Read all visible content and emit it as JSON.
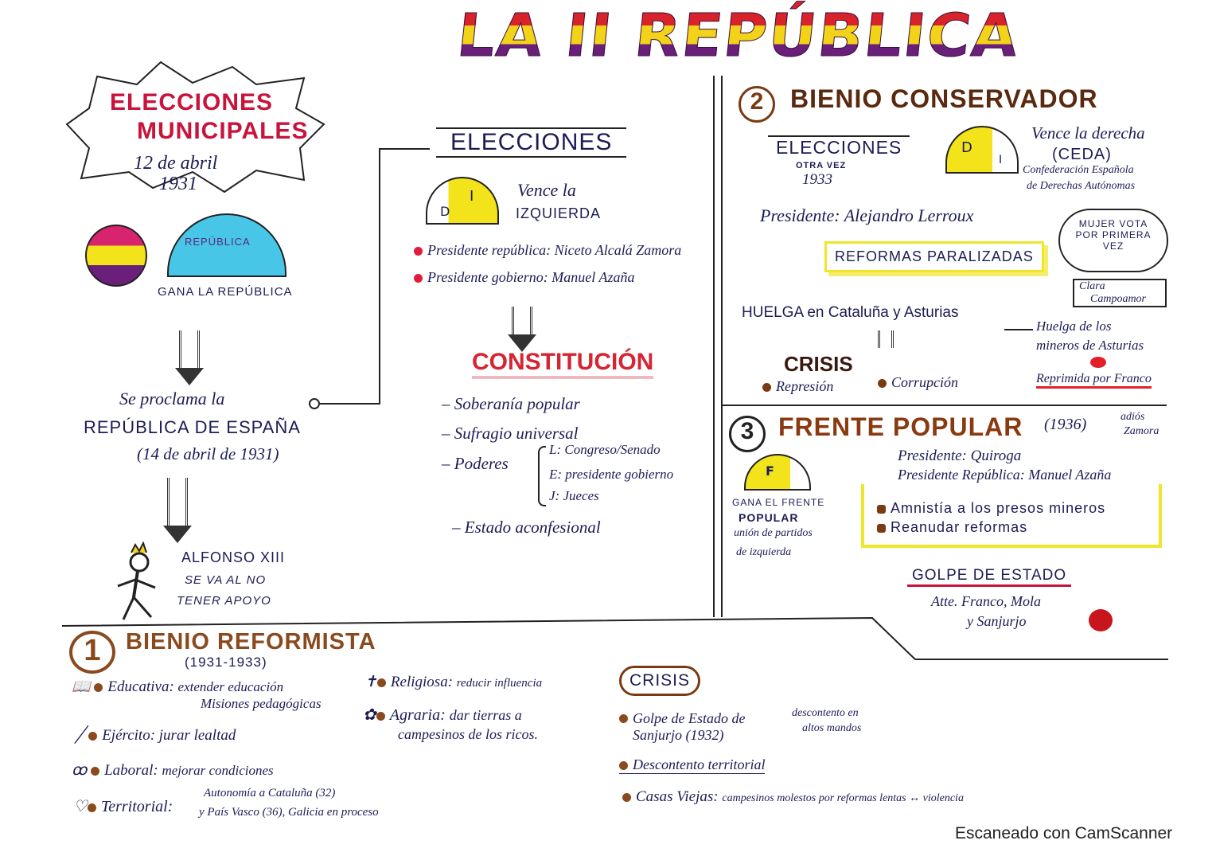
{
  "title": "LA II REPÚBLICA",
  "municipales": {
    "heading_1": "ELECCIONES",
    "heading_2": "MUNICIPALES",
    "date_1": "12 de abril",
    "date_2": "1931",
    "fan_label": "REPÚBLICA",
    "result": "GANA LA REPÚBLICA",
    "proclama_1": "Se proclama la",
    "proclama_2": "REPÚBLICA DE ESPAÑA",
    "proclama_3": "(14 de abril de 1931)",
    "alfonso_1": "ALFONSO XIII",
    "alfonso_2": "SE VA AL NO",
    "alfonso_3": "TENER APOYO"
  },
  "elecciones": {
    "heading": "ELECCIONES",
    "fan_left": "D",
    "fan_right": "I",
    "vence_1": "Vence la",
    "vence_2": "IZQUIERDA",
    "bullets": [
      "Presidente república: Niceto Alcalá Zamora",
      "Presidente gobierno: Manuel Azaña"
    ]
  },
  "constitucion": {
    "heading": "CONSTITUCIÓN",
    "items": [
      "Soberanía popular",
      "Sufragio universal",
      "Poderes"
    ],
    "poderes": [
      "L: Congreso/Senado",
      "E: presidente gobierno",
      "J: Jueces"
    ],
    "estado": "Estado aconfesional"
  },
  "conservador": {
    "number": "2",
    "heading": "BIENIO CONSERVADOR",
    "elecciones": "ELECCIONES",
    "otra_vez": "OTRA VEZ",
    "year": "1933",
    "fan_left": "D",
    "fan_right": "I",
    "vence": "Vence la derecha",
    "ceda": "(CEDA)",
    "ceda_full_1": "Confederación Española",
    "ceda_full_2": "de Derechas Autónomas",
    "presidente": "Presidente: Alejandro Lerroux",
    "reformas": "REFORMAS PARALIZADAS",
    "mujer_1": "MUJER VOTA",
    "mujer_2": "POR PRIMERA",
    "mujer_3": "VEZ",
    "clara_1": "Clara",
    "clara_2": "Campoamor",
    "huelga": "HUELGA en Cataluña y Asturias",
    "huelga_mineros_1": "Huelga de los",
    "huelga_mineros_2": "mineros de Asturias",
    "reprimida": "Reprimida por Franco",
    "crisis": "CRISIS",
    "crisis_items": [
      "Represión",
      "Corrupción"
    ]
  },
  "frente": {
    "number": "3",
    "heading": "FRENTE POPULAR",
    "year": "(1936)",
    "adios_1": "adiós",
    "adios_2": "Zamora",
    "fan_label": "F",
    "gana_1": "GANA EL FRENTE",
    "gana_2": "POPULAR",
    "union_1": "unión de partidos",
    "union_2": "de izquierda",
    "presidente": "Presidente: Quiroga",
    "presidente_rep": "Presidente República: Manuel Azaña",
    "items": [
      "Amnistía a los presos mineros",
      "Reanudar reformas"
    ],
    "golpe": "GOLPE DE ESTADO",
    "golpe_1": "Atte. Franco, Mola",
    "golpe_2": "y Sanjurjo"
  },
  "reformista": {
    "number": "1",
    "heading": "BIENIO REFORMISTA",
    "years": "(1931-1933)",
    "items": [
      {
        "icon": "book-icon",
        "label": "Educativa:",
        "text": "extender educación",
        "text2": "Misiones pedagógicas"
      },
      {
        "icon": "sword-icon",
        "label": "Ejército:",
        "text": "jurar lealtad",
        "text2": ""
      },
      {
        "icon": "workers-icon",
        "label": "Laboral:",
        "text": "mejorar condiciones",
        "text2": ""
      },
      {
        "icon": "map-icon",
        "label": "Territorial:",
        "text": "Autonomía a Cataluña (32)",
        "text2": "y País Vasco (36), Galicia en proceso"
      },
      {
        "icon": "cross-icon",
        "label": "Religiosa:",
        "text": "reducir influencia",
        "text2": ""
      },
      {
        "icon": "flower-icon",
        "label": "Agraria:",
        "text": "dar tierras a",
        "text2": "campesinos de los ricos."
      }
    ]
  },
  "crisis1": {
    "heading": "CRISIS",
    "items": [
      "Golpe de Estado de Sanjurjo (1932)",
      "Descontento territorial",
      "Casas Viejas:"
    ],
    "golpe_note_1": "descontento en",
    "golpe_note_2": "altos mandos",
    "casas_note": "campesinos molestos por reformas lentas ↔ violencia"
  },
  "footer": "Escaneado con CamScanner",
  "colors": {
    "red": "#d8232a",
    "yellow": "#f3d21a",
    "purple": "#6a1f7a",
    "brown": "#7a3b12",
    "crimson": "#c8143c",
    "ink": "#1c1c55",
    "highlight": "#f0e52a"
  }
}
